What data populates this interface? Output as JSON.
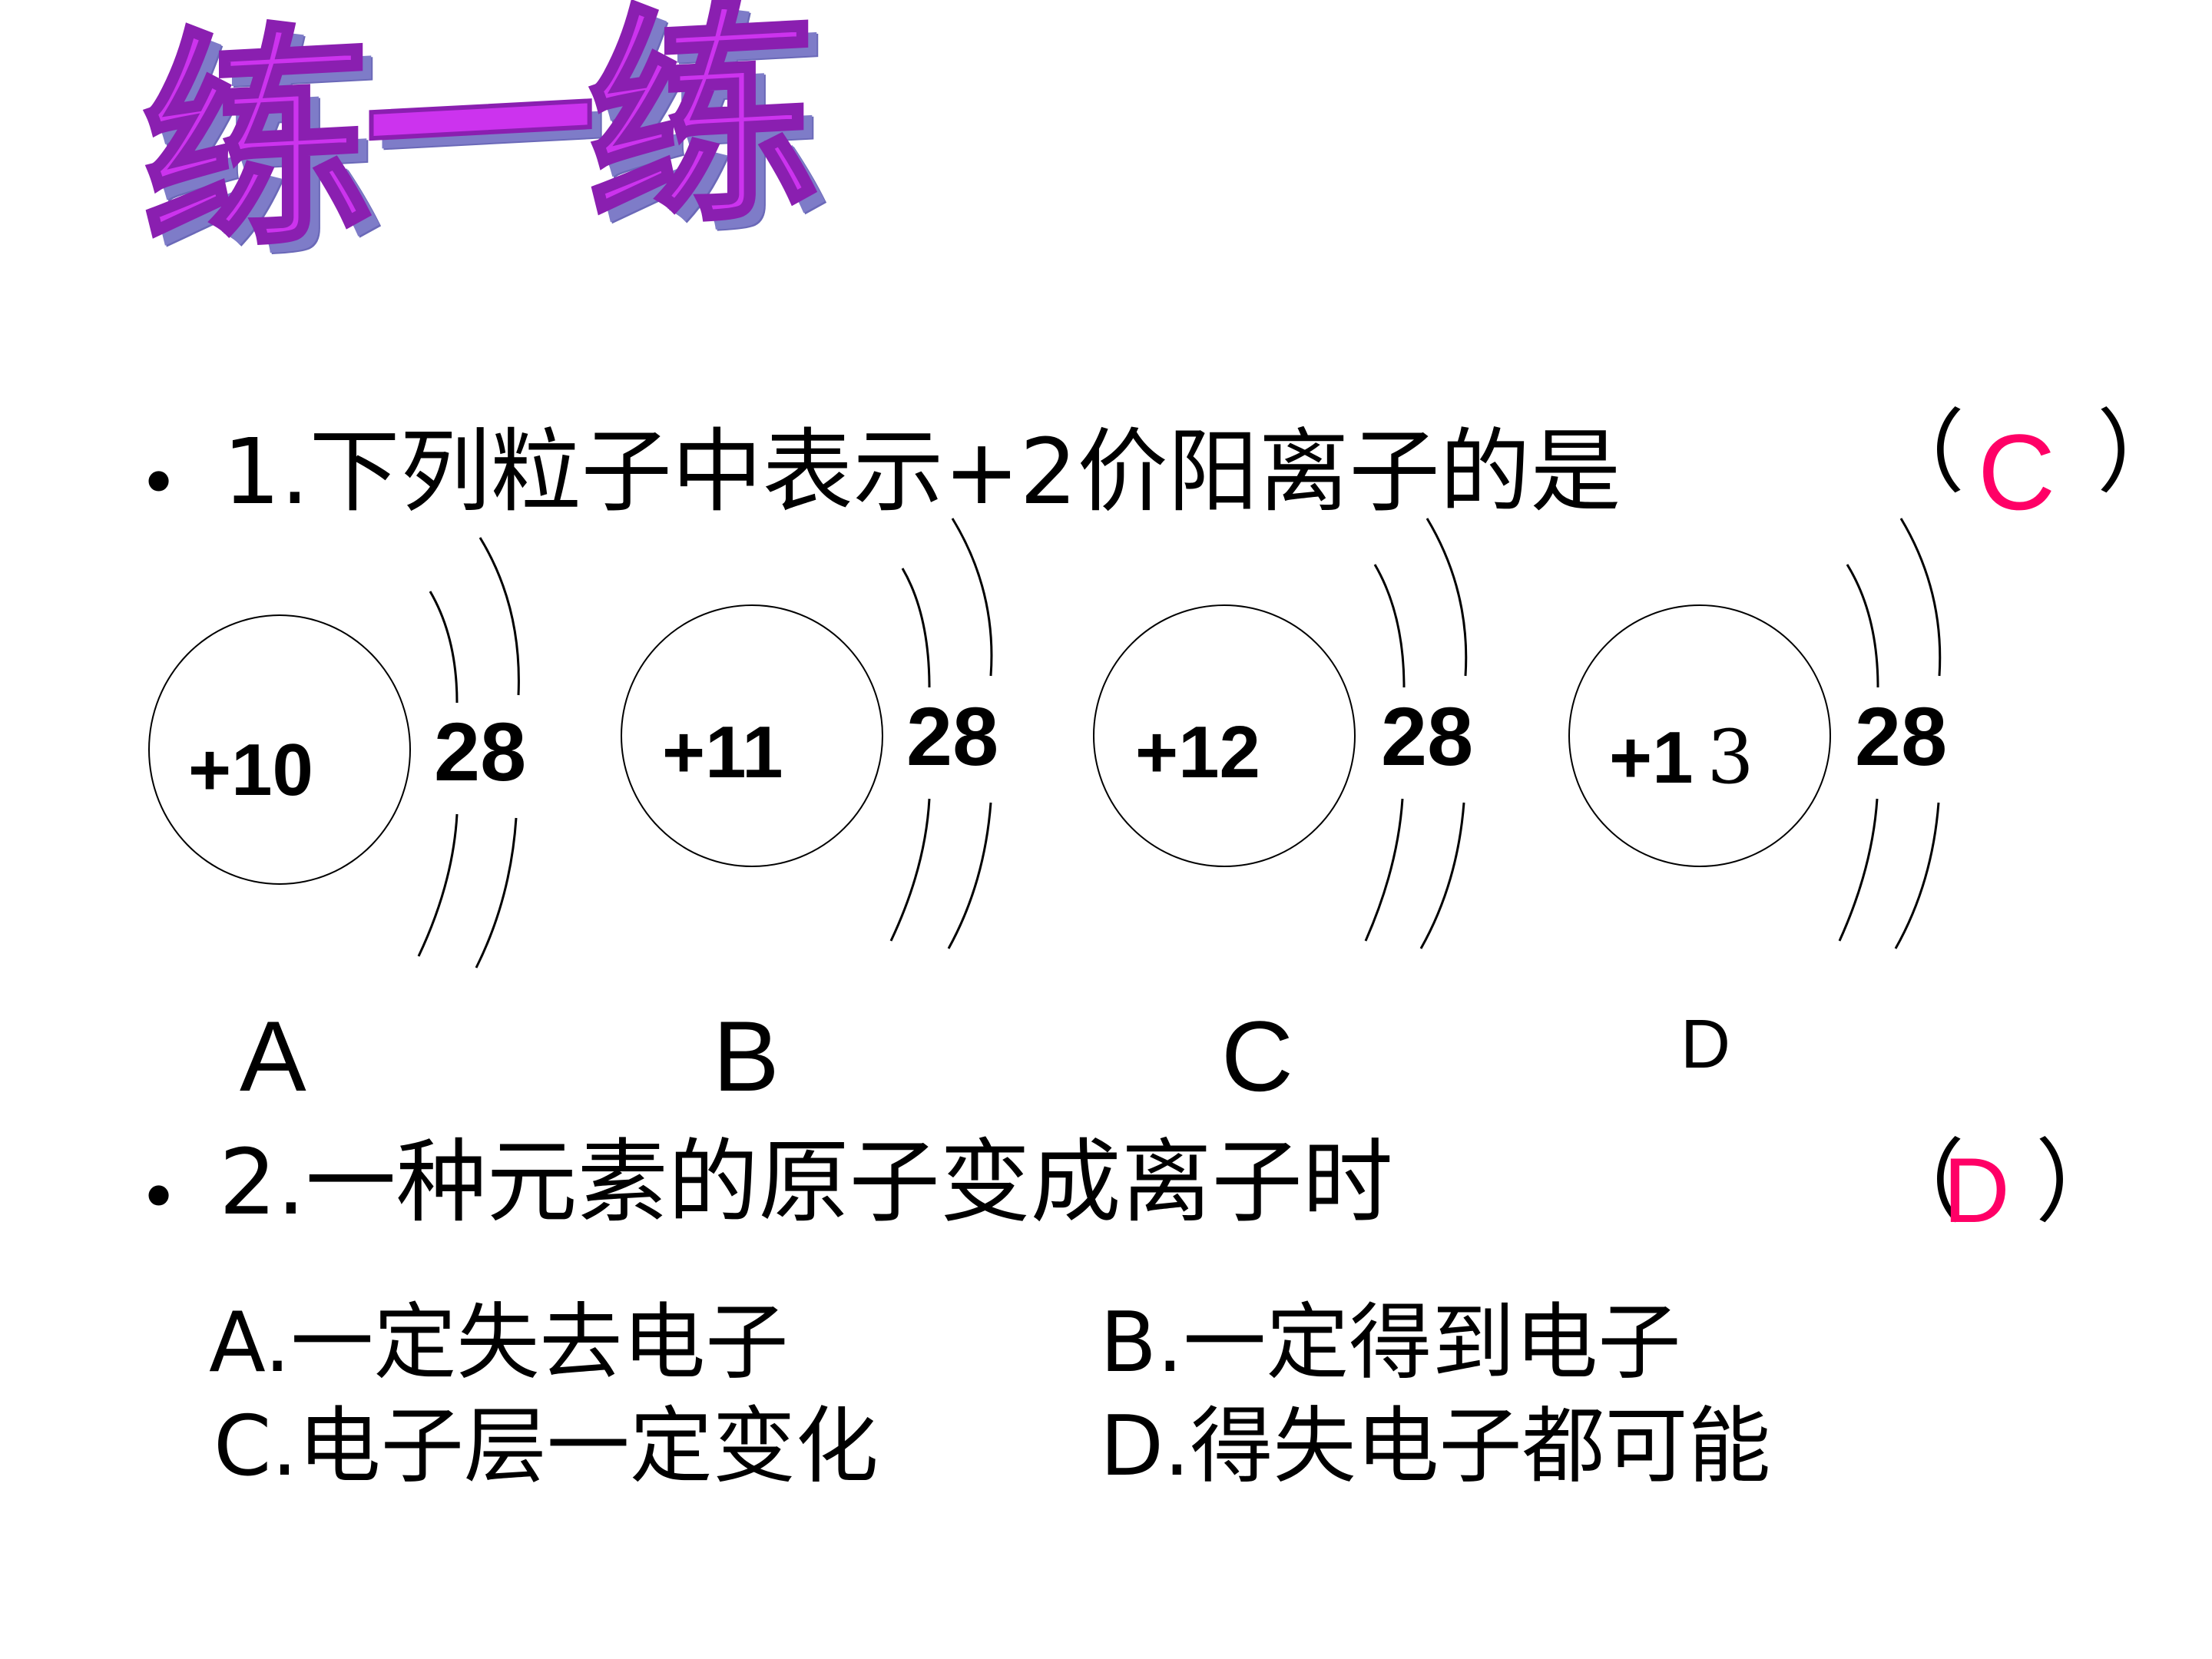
{
  "title": "练一练",
  "question1": {
    "bullet": "•",
    "text": "1.下列粒子中表示+2价阳离子的是",
    "paren_open": "（",
    "answer": "C",
    "paren_close": "）"
  },
  "atoms": [
    {
      "nucleus": "+10",
      "shells": "28",
      "label": "A"
    },
    {
      "nucleus": "+11",
      "shells": "28",
      "label": "B"
    },
    {
      "nucleus": "+12",
      "shells": "28",
      "label": "C"
    },
    {
      "nucleus_main": "+1",
      "nucleus_digit": "3",
      "shells": "28",
      "label": "D"
    }
  ],
  "question2": {
    "bullet": "•",
    "text": "2.一种元素的原子变成离子时",
    "paren_open": "（",
    "answer": "D",
    "paren_close": "）",
    "options": {
      "a": "A.一定失去电子",
      "b": "B.一定得到电子",
      "c": "C.电子层一定变化",
      "d": "D.得失电子都可能"
    }
  }
}
